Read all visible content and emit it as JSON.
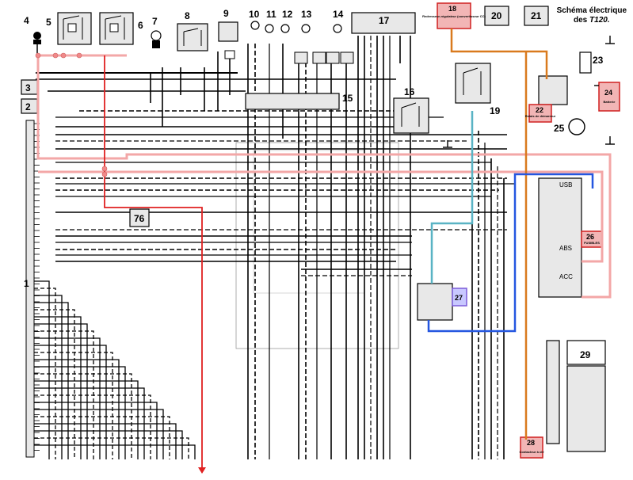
{
  "title": {
    "line1": "Schéma électrique",
    "line2": "des",
    "model": "T120."
  },
  "components": [
    {
      "num": "1"
    },
    {
      "num": "2"
    },
    {
      "num": "3"
    },
    {
      "num": "4"
    },
    {
      "num": "5"
    },
    {
      "num": "6"
    },
    {
      "num": "7"
    },
    {
      "num": "8"
    },
    {
      "num": "9"
    },
    {
      "num": "10"
    },
    {
      "num": "11"
    },
    {
      "num": "12"
    },
    {
      "num": "13"
    },
    {
      "num": "14"
    },
    {
      "num": "15"
    },
    {
      "num": "16"
    },
    {
      "num": "17"
    },
    {
      "num": "19"
    },
    {
      "num": "20"
    },
    {
      "num": "21"
    },
    {
      "num": "23"
    },
    {
      "num": "25"
    },
    {
      "num": "29"
    },
    {
      "num": "76"
    }
  ],
  "labeled_components": {
    "c18": {
      "num": "18",
      "label": "Redresseur-régulateur (convertisseur CC)"
    },
    "c22": {
      "num": "22",
      "label": "Relais de démarreur"
    },
    "c24": {
      "num": "24",
      "label": "Batterie"
    },
    "c26": {
      "num": "26",
      "label": "FUSIBLES"
    },
    "c27": {
      "num": "27",
      "label": ""
    },
    "c28": {
      "num": "28",
      "label": "Contacteur à clé"
    }
  },
  "fuse_labels": [
    "USB",
    "ABS",
    "ACC"
  ],
  "colors": {
    "red_wire": "#e02020",
    "pink_wire": "#f3a7a7",
    "orange_wire": "#d97a1e",
    "blue_wire": "#2456e0",
    "cyan_wire": "#59b3c4",
    "box_fill": "#e8e8e8",
    "highlight_fill": "#f2b5b5"
  }
}
